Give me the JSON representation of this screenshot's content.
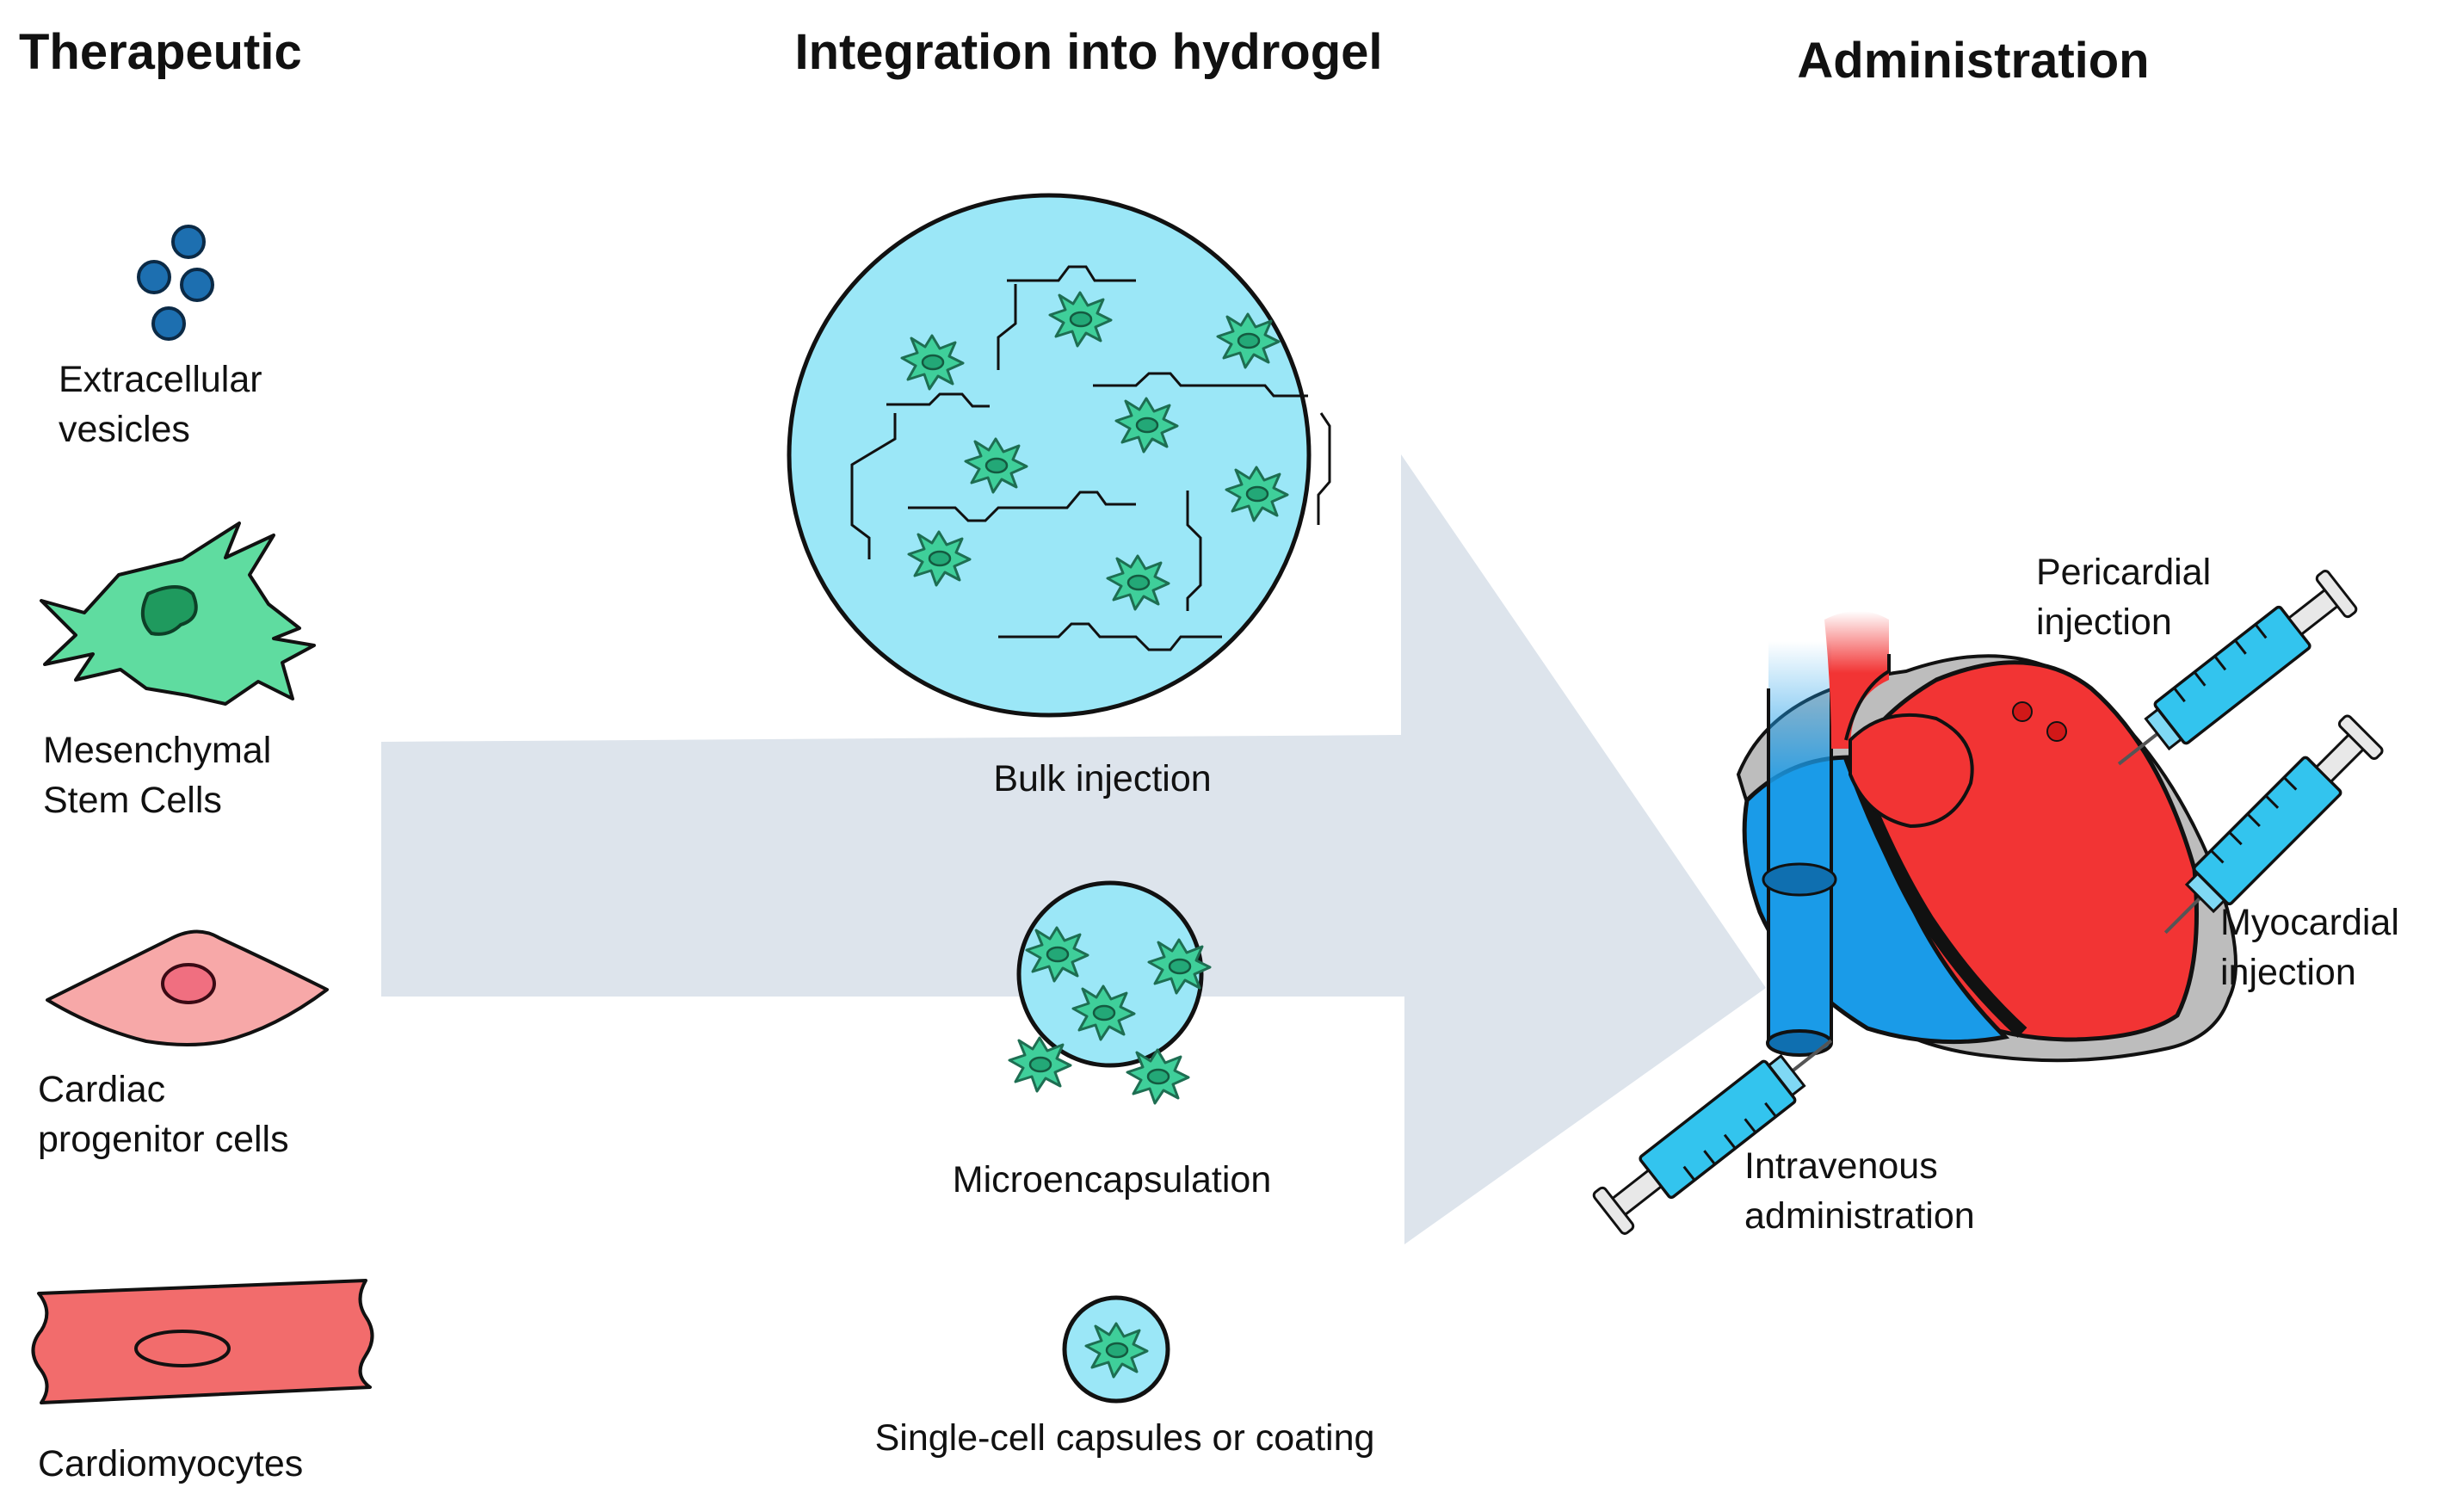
{
  "headers": {
    "therapeutic": "Therapeutic",
    "integration": "Integration into hydrogel",
    "administration": "Administration"
  },
  "therapeutics": [
    {
      "line1": "Extracellular",
      "line2": "vesicles",
      "icon": "extracellular-vesicles-icon"
    },
    {
      "line1": "Mesenchymal",
      "line2": "Stem Cells",
      "icon": "mesenchymal-stem-cell-icon"
    },
    {
      "line1": "Cardiac",
      "line2": "progenitor cells",
      "icon": "cardiac-progenitor-cell-icon"
    },
    {
      "line1": "Cardiomyocytes",
      "line2": "",
      "icon": "cardiomyocyte-icon"
    }
  ],
  "hydrogel": {
    "bulk": "Bulk injection",
    "micro": "Microencapsulation",
    "single": "Single-cell capsules or coating"
  },
  "administration": {
    "pericardial": {
      "line1": "Pericardial",
      "line2": "injection"
    },
    "myocardial": {
      "line1": "Myocardial",
      "line2": "injection"
    },
    "intravenous": {
      "line1": "Intravenous",
      "line2": "administration"
    }
  },
  "colors": {
    "arrow": "#dde4ec",
    "hydrogel": "#9be7f7",
    "cell": "#3fcf9a",
    "vesicle": "#1d6fb0",
    "msc": "#5fdca0",
    "progenitor": "#f7a8a8",
    "cardiomyocyte": "#f26c6c",
    "heart_red": "#f23434",
    "vein_blue": "#1a9be8",
    "syringe": "#33c4ee"
  }
}
